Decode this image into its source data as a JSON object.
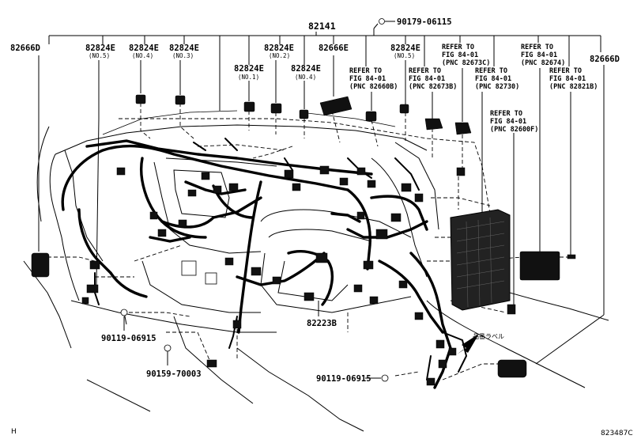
{
  "diagram": {
    "part_labels": {
      "main_harness": "82141",
      "clip": "90179-06115",
      "bracket_left": "82666D",
      "bracket_right": "82666D",
      "bracket_center": "82666E",
      "wire_sub": "82223B",
      "bolt_left": "90119-06915",
      "bolt_bottom": "90119-06915",
      "screw": "90159-70003"
    },
    "connectors": [
      {
        "code": "82824E",
        "num": "(NO.5)"
      },
      {
        "code": "82824E",
        "num": "(NO.4)"
      },
      {
        "code": "82824E",
        "num": "(NO.3)"
      },
      {
        "code": "82824E",
        "num": "(NO.2)"
      },
      {
        "code": "82824E",
        "num": "(NO.1)"
      },
      {
        "code": "82824E",
        "num": "(NO.4)"
      },
      {
        "code": "82824E",
        "num": "(NO.5)"
      }
    ],
    "refs": [
      {
        "line1": "REFER TO",
        "line2": "FIG 84-01",
        "line3": "(PNC 82660B)"
      },
      {
        "line1": "REFER TO",
        "line2": "FIG 84-01",
        "line3": "(PNC 82673B)"
      },
      {
        "line1": "REFER TO",
        "line2": "FIG 84-01",
        "line3": "(PNC 82673C)"
      },
      {
        "line1": "REFER TO",
        "line2": "FIG 84-01",
        "line3": "(PNC 82730)"
      },
      {
        "line1": "REFER TO",
        "line2": "FIG 84-01",
        "line3": "(PNC 82674)"
      },
      {
        "line1": "REFER TO",
        "line2": "FIG 84-01",
        "line3": "(PNC 82821B)"
      },
      {
        "line1": "REFER TO",
        "line2": "FIG 84-01",
        "line3": "(PNC 82600F)"
      }
    ],
    "label_tag": "品番ラベル",
    "corner_left": "H",
    "corner_right": "823487C"
  }
}
